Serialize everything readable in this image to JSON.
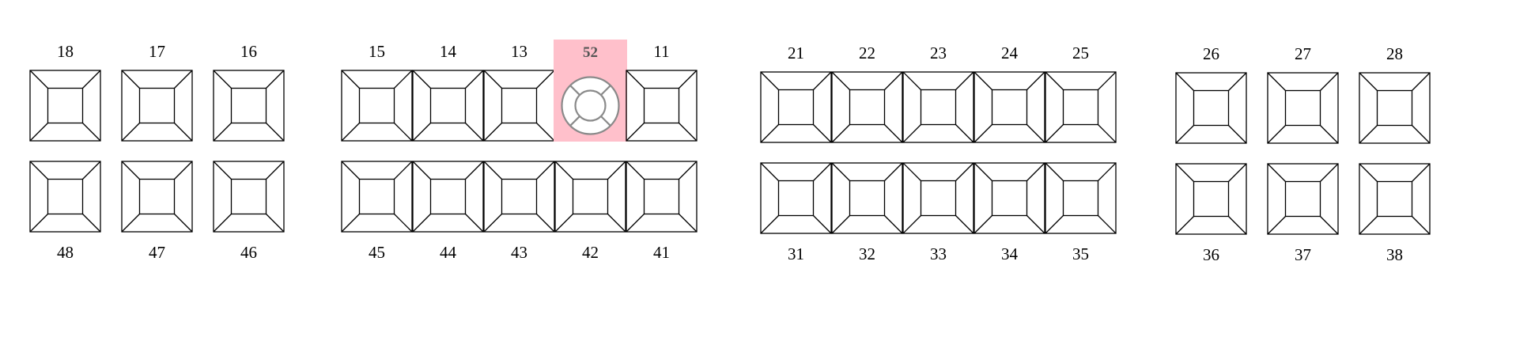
{
  "colors": {
    "outline": "#000000",
    "highlight": "#ffc0cb",
    "selected_outline": "#8a8a8a",
    "selected_fill": "#ffffff"
  },
  "icons": {
    "tooth": "tooth-surface-icon",
    "selected_tooth": "tooth-root-icon"
  },
  "selected_tooth": "52",
  "upper_groups": [
    [
      "18",
      "17",
      "16"
    ],
    [
      "15",
      "14",
      "13",
      "52",
      "11"
    ],
    [
      "21",
      "22",
      "23",
      "24",
      "25"
    ],
    [
      "26",
      "27",
      "28"
    ]
  ],
  "lower_groups": [
    [
      "48",
      "47",
      "46"
    ],
    [
      "45",
      "44",
      "43",
      "42",
      "41"
    ],
    [
      "31",
      "32",
      "33",
      "34",
      "35"
    ],
    [
      "36",
      "37",
      "38"
    ]
  ]
}
